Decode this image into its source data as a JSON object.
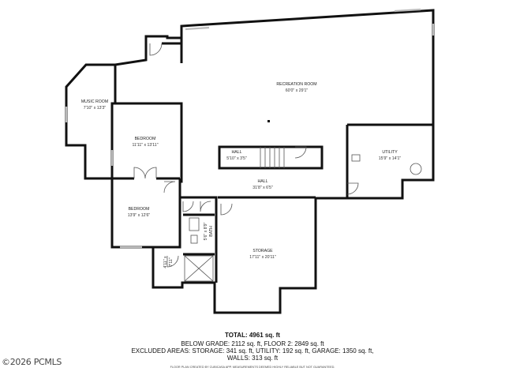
{
  "rooms": [
    {
      "name": "RECREATION ROOM",
      "dims": "60'0\" x 29'1\""
    },
    {
      "name": "MUSIC ROOM",
      "dims": "7'10\" x 13'3\""
    },
    {
      "name": "BEDROOM",
      "dims": "11'11\" x 13'11\""
    },
    {
      "name": "HALL",
      "dims": "5'10\" x 3'5\""
    },
    {
      "name": "UTILITY",
      "dims": "15'9\" x 14'1\""
    },
    {
      "name": "HALL",
      "dims": "31'8\" x 6'5\""
    },
    {
      "name": "BEDROOM",
      "dims": "13'9\" x 12'6\""
    },
    {
      "name": "BATH",
      "dims": "5'6\" x 8'9\""
    },
    {
      "name": "STORAGE",
      "dims": "17'11\" x 20'11\""
    },
    {
      "name": "7'11\"",
      "dims": "4'11\" x"
    }
  ],
  "summary": {
    "total": "TOTAL: 4961 sq. ft",
    "line1": "BELOW GRADE: 2112 sq. ft, FLOOR 2: 2849 sq. ft",
    "line2": "EXCLUDED AREAS: STORAGE: 341 sq. ft, UTILITY: 192 sq. ft, GARAGE: 1350 sq. ft,",
    "line3": "WALLS: 313 sq. ft",
    "footer": "FLOOR PLAN CREATED BY CUBICASA APP. MEASUREMENTS DEEMED HIGHLY RELIABLE BUT NOT GUARANTEED."
  },
  "watermark": "©2026 PCMLS"
}
